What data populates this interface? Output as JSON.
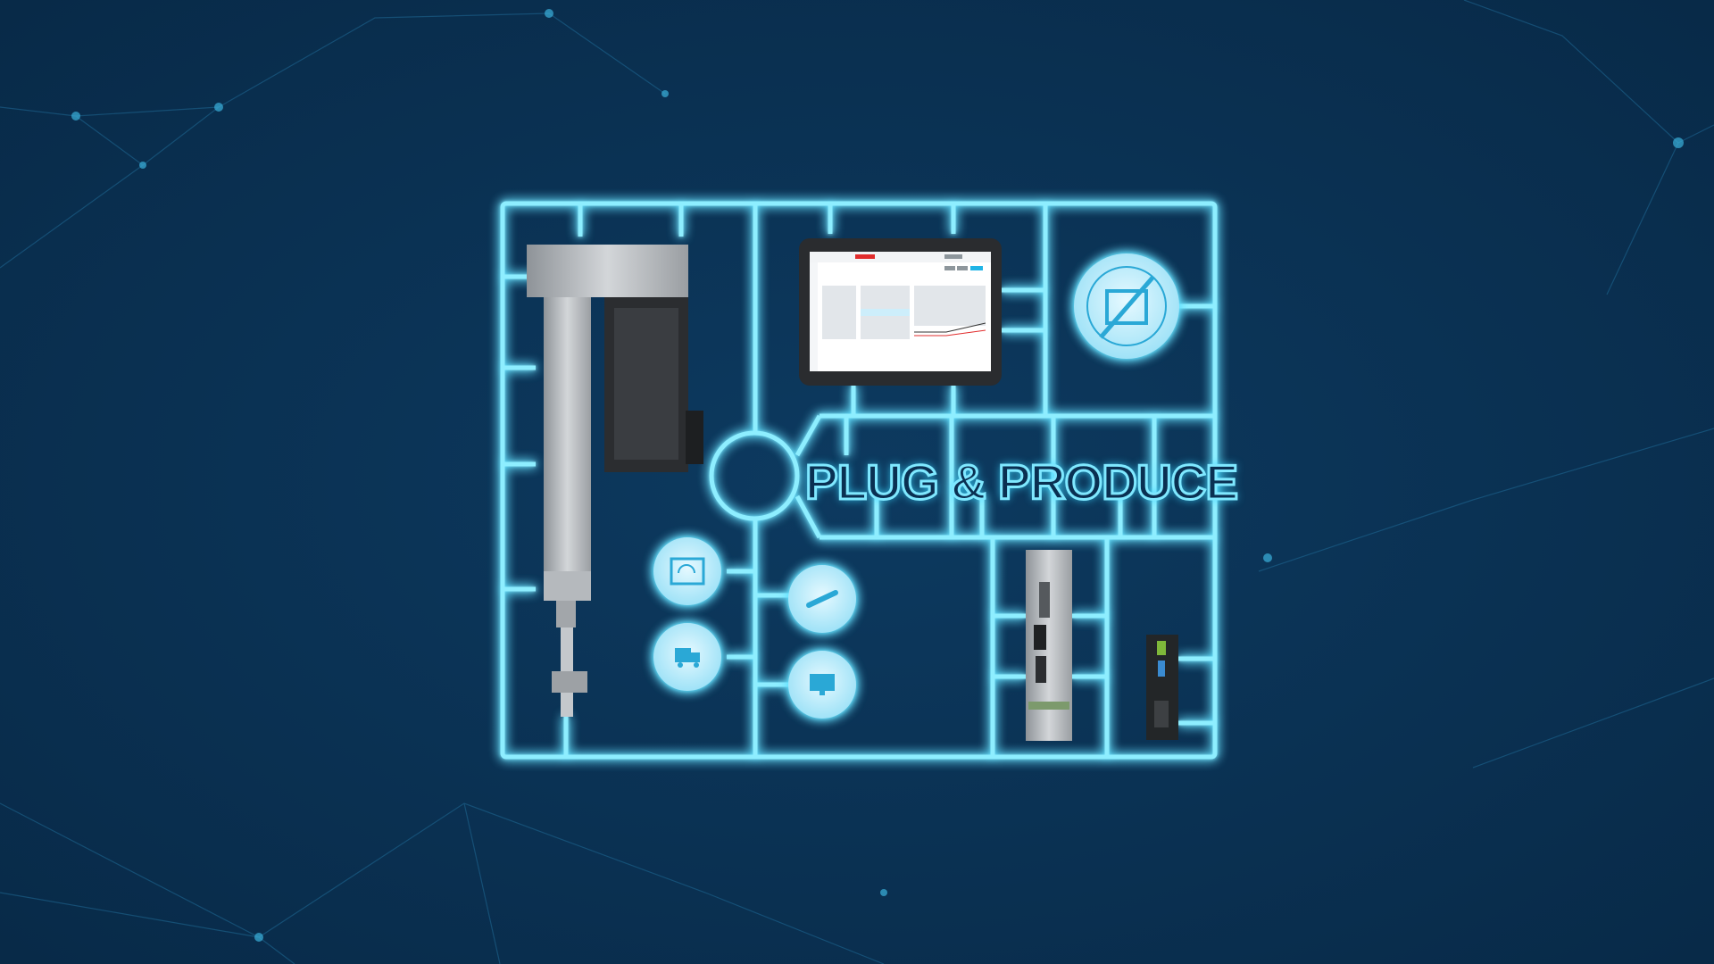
{
  "headline": "PLUG & PRODUCE",
  "colors": {
    "background": "#0a3052",
    "glow": "#7fe8ff",
    "icon_fill": "#bdeefc",
    "icon_glyph": "#2aa8d6"
  },
  "icons": [
    "no-code-icon",
    "dashboard-icon",
    "truck-icon",
    "wrench-icon",
    "monitor-icon"
  ],
  "products": [
    "linear-actuator",
    "tablet-software",
    "servo-drive",
    "iot-gateway"
  ]
}
